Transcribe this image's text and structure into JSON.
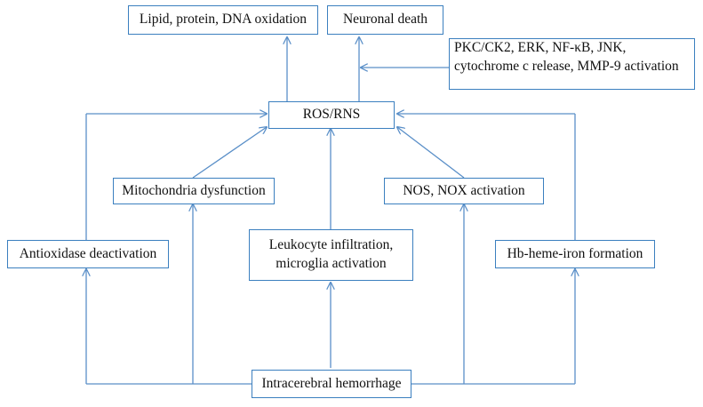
{
  "nodes": {
    "lipid": "Lipid, protein, DNA oxidation",
    "neuronal": "Neuronal death",
    "pkc_line1": "PKC/CK2, ERK, NF-κB, JNK,",
    "pkc_line2": "cytochrome c release, MMP-9 activation",
    "ros": "ROS/RNS",
    "mito": "Mitochondria dysfunction",
    "nos": "NOS, NOX activation",
    "antiox": "Antioxidase deactivation",
    "leuko_line1": "Leukocyte infiltration,",
    "leuko_line2": "microglia activation",
    "hb": "Hb-heme-iron formation",
    "ich": "Intracerebral hemorrhage"
  },
  "colors": {
    "line": "#5a8fc8",
    "border": "#3b7fbf",
    "text": "#111111"
  }
}
